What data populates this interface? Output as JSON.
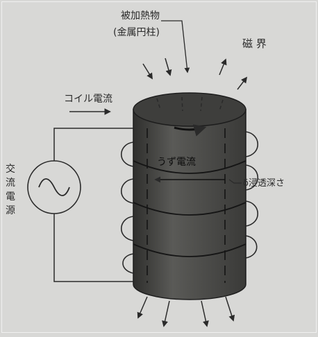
{
  "labels": {
    "workpiece_line1": "被加熱物",
    "workpiece_line2": "(金属円柱)",
    "magnetic_field": "磁 界",
    "coil_current": "コイル電流",
    "eddy_current": "うず電流",
    "penetration_depth": "δ浸透深さ",
    "ac_source": [
      "交",
      "流",
      "電",
      "源"
    ]
  },
  "colors": {
    "background": "#d8d8d6",
    "cylinder_side": "#4d4d4b",
    "cylinder_top": "#3a3a38",
    "lines": "#2a2a2a"
  }
}
